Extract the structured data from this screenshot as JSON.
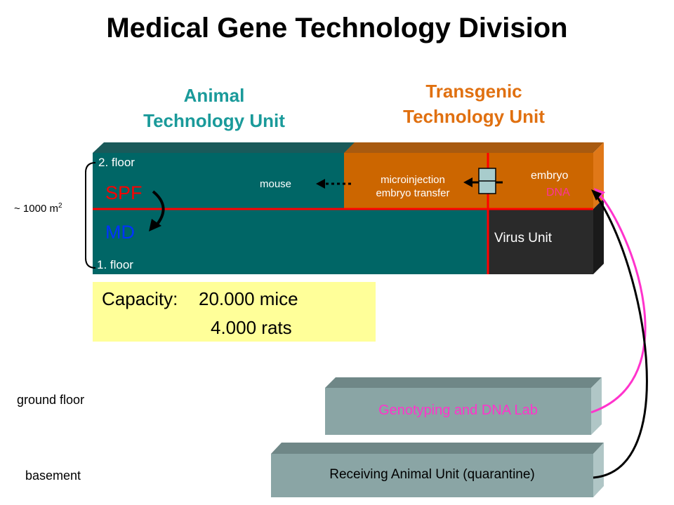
{
  "title": "Medical Gene Technology Division",
  "units": {
    "animal": {
      "line1": "Animal",
      "line2": "Technology Unit",
      "color": "#1a9a9a"
    },
    "transgenic": {
      "line1": "Transgenic",
      "line2": "Technology Unit",
      "color": "#e07010"
    }
  },
  "floors": {
    "upper": "2. floor",
    "lower": "1. floor",
    "area_prefix": "~ 1000 m",
    "area_sup": "2"
  },
  "labels": {
    "spf": "SPF",
    "md": "MD",
    "mouse": "mouse",
    "microinjection": "microinjection",
    "embryo_transfer": "embryo transfer",
    "embryo": "embryo",
    "dna": "DNA",
    "virus_unit": "Virus Unit"
  },
  "capacity": {
    "label": "Capacity:",
    "mice": "20.000 mice",
    "rats": "4.000 rats"
  },
  "levels": {
    "ground": "ground floor",
    "basement": "basement"
  },
  "lower_units": {
    "genotyping": "Genotyping and DNA Lab",
    "receiving": "Receiving Animal Unit (quarantine)"
  },
  "colors": {
    "teal": "#006666",
    "orange": "#cc6600",
    "dark": "#2a2a2a",
    "grey": "#8aa5a5",
    "red_line": "#ff0000",
    "magenta": "#ff33cc",
    "spf_red": "#ff0000",
    "md_blue": "#0033ff",
    "dna_pink": "#ff3399",
    "capacity_bg": "#ffff99"
  }
}
